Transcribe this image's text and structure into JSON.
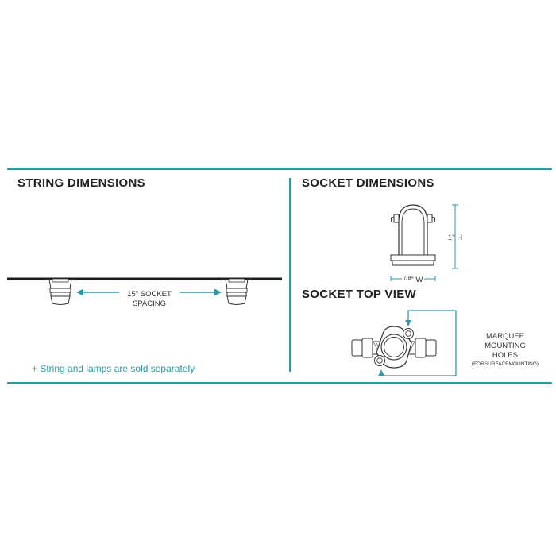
{
  "colors": {
    "accent": "#2a9aa5",
    "line": "#1a1a1a",
    "text": "#222222"
  },
  "string_dimensions": {
    "heading": "STRING DIMENSIONS",
    "spacing_line1": "15\" SOCKET",
    "spacing_line2": "SPACING",
    "note": "+ String and lamps are sold separately"
  },
  "socket_dimensions": {
    "heading": "SOCKET DIMENSIONS",
    "height_label": "1\" H",
    "width_value": "7/8",
    "width_suffix": "\" W"
  },
  "socket_top_view": {
    "heading": "SOCKET TOP VIEW",
    "label_line1": "MARQUEE",
    "label_line2": "MOUNTING",
    "label_line3": "HOLES",
    "label_line4": "(FORSURFACEMOUNTING)"
  }
}
